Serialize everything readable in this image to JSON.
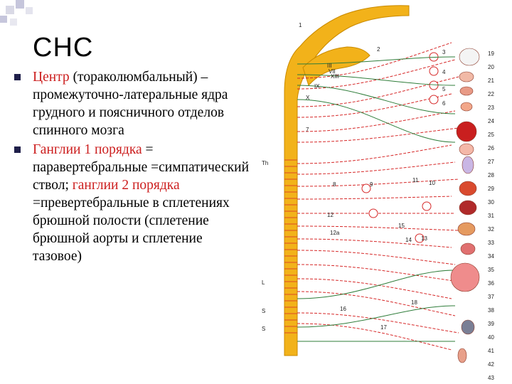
{
  "slide": {
    "title": "СНС",
    "bullets": [
      {
        "segments": [
          {
            "text": "Центр",
            "color": "#cc1f1f"
          },
          {
            "text": " (тораколюмбальный) – промежуточно-латеральные ядра грудного и поясничного отделов спинного мозга",
            "color": "#000000"
          }
        ]
      },
      {
        "segments": [
          {
            "text": "Ганглии 1 порядка",
            "color": "#cc1f1f"
          },
          {
            "text": " = паравертебральные =симпатический ствол; ",
            "color": "#000000"
          },
          {
            "text": "ганглии 2 порядка",
            "color": "#cc1f1f"
          },
          {
            "text": " =превертебральные в сплетениях брюшной полости (сплетение брюшной аорты и сплетение тазовое)",
            "color": "#000000"
          }
        ]
      }
    ]
  },
  "figure": {
    "left_labels": [
      "1",
      "2",
      "III",
      "VII",
      "XIII",
      "IX",
      "X",
      "7",
      "Th",
      "L",
      "S",
      "S"
    ],
    "middle_labels": [
      "8",
      "9",
      "10",
      "11",
      "12",
      "12a",
      "13",
      "14",
      "15",
      "16",
      "17",
      "18"
    ],
    "organ_labels": [
      "19",
      "20",
      "21",
      "22",
      "23",
      "24",
      "25",
      "26",
      "27",
      "28",
      "29",
      "30",
      "31",
      "32",
      "33",
      "34",
      "35",
      "36",
      "37",
      "38",
      "39",
      "40",
      "41",
      "42",
      "43"
    ],
    "small_labels": [
      "3",
      "4",
      "5",
      "6"
    ],
    "colors": {
      "cord": "#f2b21a",
      "sympathetic": "#d62828",
      "parasympathetic": "#2f7d3a",
      "bullet": "#1f1f4a",
      "accent_text": "#cc1f1f"
    }
  }
}
